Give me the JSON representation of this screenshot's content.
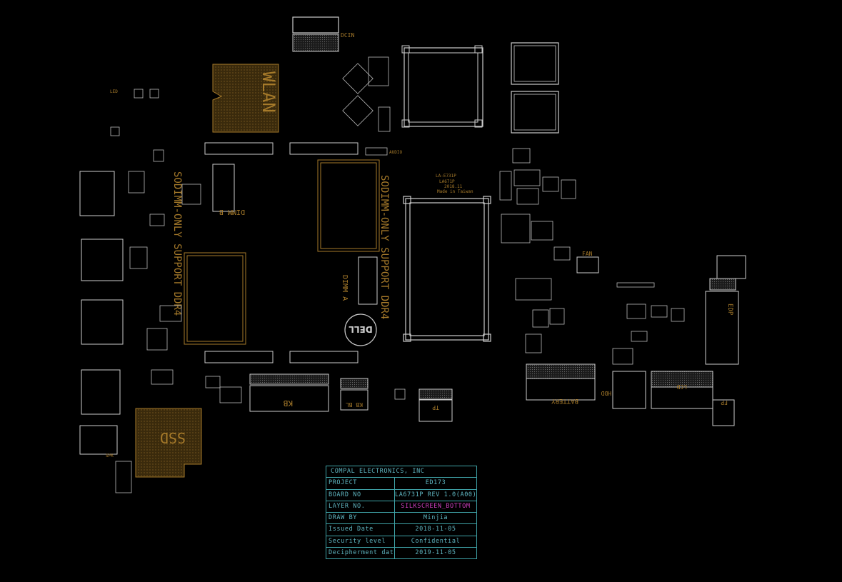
{
  "board_labels": {
    "dcin": "DCIN",
    "wlan": "WLAN",
    "dimm_b": "DIMM B",
    "dimm_a": "DIMM A",
    "support_left": "SODIMM-ONLY SUPPORT DDR4",
    "support_right": "SODIMM-ONLY SUPPORT DDR4",
    "ssd": "SSD",
    "kb": "KB",
    "kb_bl": "KB BL",
    "tp": "TP",
    "battery": "BATTERY",
    "hdd": "HDD",
    "lcd": "LCD",
    "fp": "FP",
    "fan": "FAN",
    "edp": "EDP",
    "led": "LED",
    "dell_logo": "DELL",
    "audio": "AUDIO",
    "spk": "SPK",
    "board_code": [
      "LA-E731P",
      "LA671P",
      "2018.11",
      "Made in Taiwan"
    ]
  },
  "title_block": {
    "company": "COMPAL ELECTRONICS, INC",
    "rows": [
      {
        "key": "PROJECT",
        "value": "ED173"
      },
      {
        "key": "BOARD NO",
        "value": "LA6731P REV 1.0(A00)"
      },
      {
        "key": "LAYER NO.",
        "value": "SILKSCREEN_BOTTOM"
      },
      {
        "key": "DRAW BY",
        "value": "Minjia"
      },
      {
        "key": "Issued Date",
        "value": "2018-11-05"
      },
      {
        "key": "Security level",
        "value": "Confidential"
      },
      {
        "key": "Decipherment date",
        "value": "2019-11-05"
      }
    ]
  },
  "colors": {
    "background": "#000000",
    "silkscreen": "#a67a2a",
    "component": "#c8c8c8",
    "title_block_border": "#3fa3a8",
    "title_block_text": "#5fb5c0",
    "layer_highlight": "#d040c0"
  }
}
